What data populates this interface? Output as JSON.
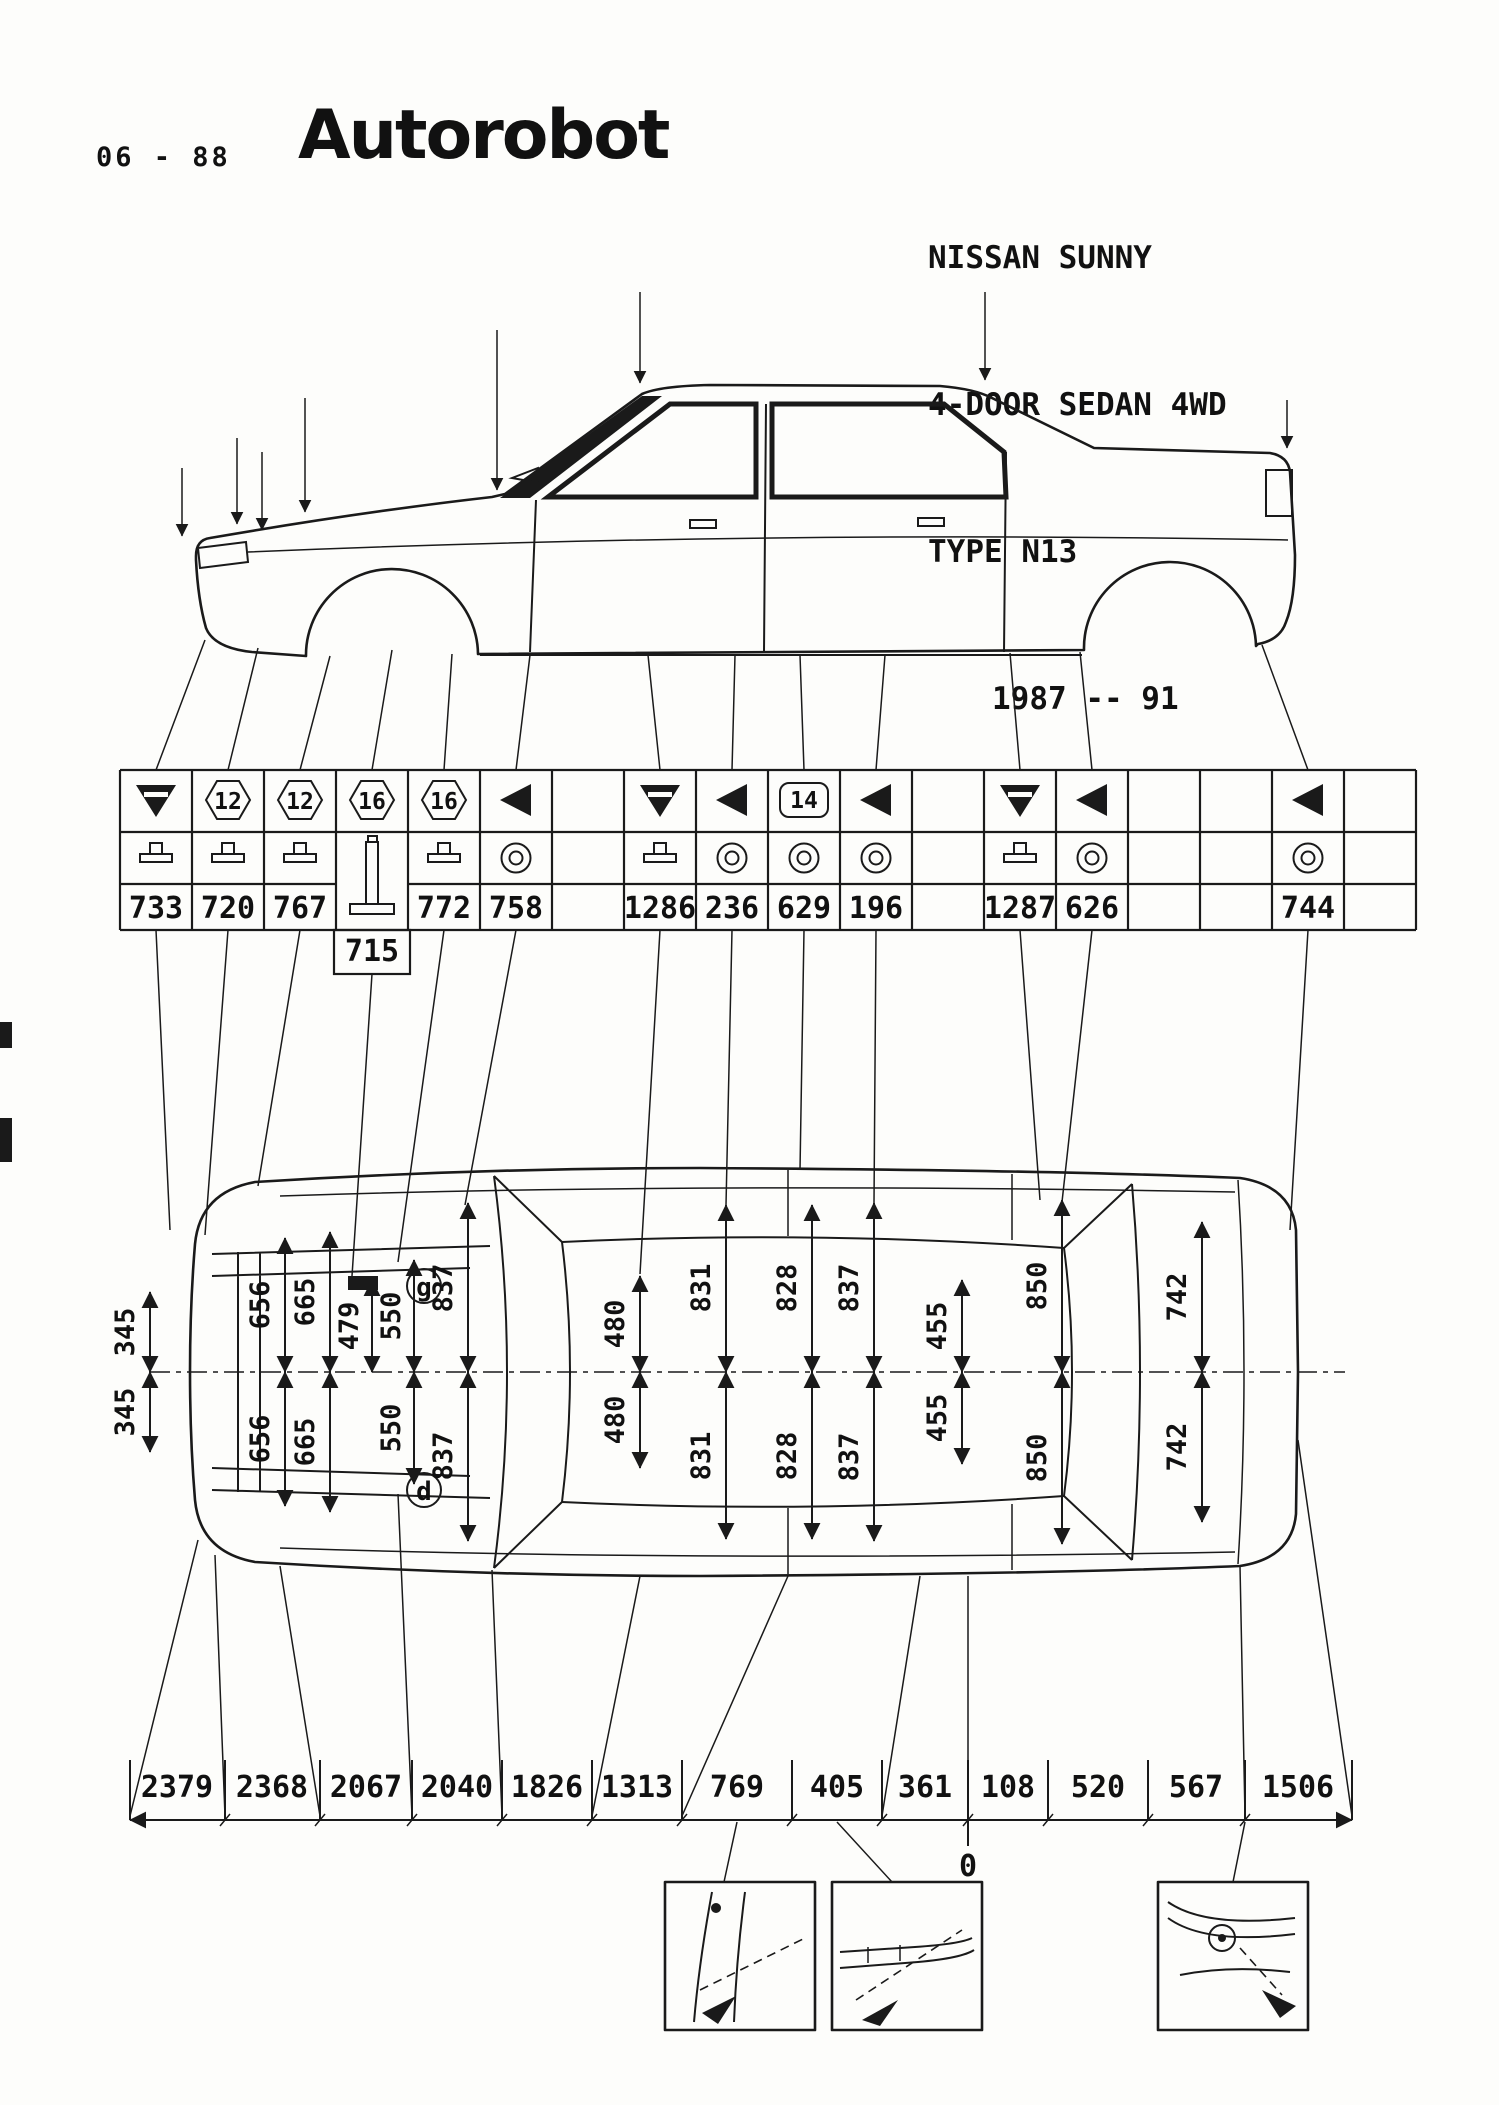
{
  "header": {
    "doc_code": "06 - 88",
    "brand": "Autorobot",
    "vehicle": {
      "line1": "NISSAN SUNNY",
      "line2": "4-DOOR SEDAN 4WD",
      "line3": "TYPE N13",
      "line4": "1987 -- 91"
    }
  },
  "symbol_table": {
    "columns": [
      {
        "marker": "triangle-down",
        "marker_label": "",
        "fixture": "clamp",
        "value": "733"
      },
      {
        "marker": "hexagon",
        "marker_label": "12",
        "fixture": "clamp",
        "value": "720"
      },
      {
        "marker": "hexagon",
        "marker_label": "12",
        "fixture": "clamp",
        "value": "767"
      },
      {
        "marker": "hexagon",
        "marker_label": "16",
        "fixture": "post",
        "value": "715"
      },
      {
        "marker": "hexagon",
        "marker_label": "16",
        "fixture": "clamp",
        "value": "772"
      },
      {
        "marker": "triangle-left",
        "marker_label": "",
        "fixture": "ring",
        "value": "758"
      },
      {
        "marker": "",
        "marker_label": "",
        "fixture": "",
        "value": ""
      },
      {
        "marker": "triangle-down",
        "marker_label": "",
        "fixture": "clamp",
        "value": "1286"
      },
      {
        "marker": "triangle-left",
        "marker_label": "",
        "fixture": "ring",
        "value": "236"
      },
      {
        "marker": "rounded-box",
        "marker_label": "14",
        "fixture": "ring",
        "value": "629"
      },
      {
        "marker": "triangle-left",
        "marker_label": "",
        "fixture": "ring",
        "value": "196"
      },
      {
        "marker": "",
        "marker_label": "",
        "fixture": "",
        "value": ""
      },
      {
        "marker": "triangle-down",
        "marker_label": "",
        "fixture": "clamp",
        "value": "1287"
      },
      {
        "marker": "triangle-left",
        "marker_label": "",
        "fixture": "ring",
        "value": "626"
      },
      {
        "marker": "",
        "marker_label": "",
        "fixture": "",
        "value": ""
      },
      {
        "marker": "",
        "marker_label": "",
        "fixture": "",
        "value": ""
      },
      {
        "marker": "triangle-left",
        "marker_label": "",
        "fixture": "ring",
        "value": "744"
      },
      {
        "marker": "",
        "marker_label": "",
        "fixture": "",
        "value": ""
      }
    ]
  },
  "plan_dimensions": {
    "upper": [
      "345",
      "656",
      "665",
      "479",
      "550",
      "837",
      "480",
      "831",
      "828",
      "837",
      "455",
      "850",
      "742"
    ],
    "lower": [
      "345",
      "656",
      "665",
      "550",
      "837",
      "480",
      "831",
      "828",
      "837",
      "455",
      "850",
      "742"
    ]
  },
  "plan_markers": {
    "upper": "g",
    "lower": "d"
  },
  "length_scale": {
    "values": [
      "2379",
      "2368",
      "2067",
      "2040",
      "1826",
      "1313",
      "769",
      "405",
      "361",
      "108",
      "520",
      "567",
      "1506"
    ],
    "origin": "0"
  }
}
